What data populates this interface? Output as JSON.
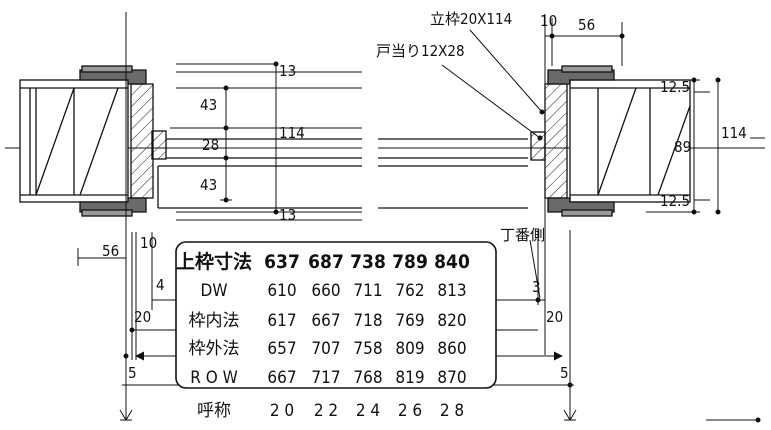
{
  "labels": {
    "jamb": "立枠20X114",
    "door_stop": "戸当り12X28",
    "hinge_side": "丁番側"
  },
  "dimensions": {
    "top_10": "10",
    "top_56": "56",
    "d13_top": "13",
    "d43_top": "43",
    "d28": "28",
    "d114_mid": "114",
    "d43_bottom": "43",
    "d13_bottom": "13",
    "d12_5_top": "12.5",
    "d89": "89",
    "d12_5_bottom": "12.5",
    "d114_right": "114",
    "left_56": "56",
    "left_10": "10",
    "d4": "4",
    "d20_left": "20",
    "d3": "3",
    "d20_right": "20",
    "d5_left": "5",
    "d5_right": "5"
  },
  "table": {
    "header": [
      "上枠寸法",
      "637",
      "687",
      "738",
      "789",
      "840"
    ],
    "rows": [
      [
        "DW",
        "610",
        "660",
        "711",
        "762",
        "813"
      ],
      [
        "枠内法",
        "617",
        "667",
        "718",
        "769",
        "820"
      ],
      [
        "枠外法",
        "657",
        "707",
        "758",
        "809",
        "860"
      ],
      [
        "R O W",
        "667",
        "717",
        "768",
        "819",
        "870"
      ]
    ],
    "footer": [
      "呼称",
      "2 0",
      "2 2",
      "2 4",
      "2 6",
      "2 8"
    ]
  }
}
